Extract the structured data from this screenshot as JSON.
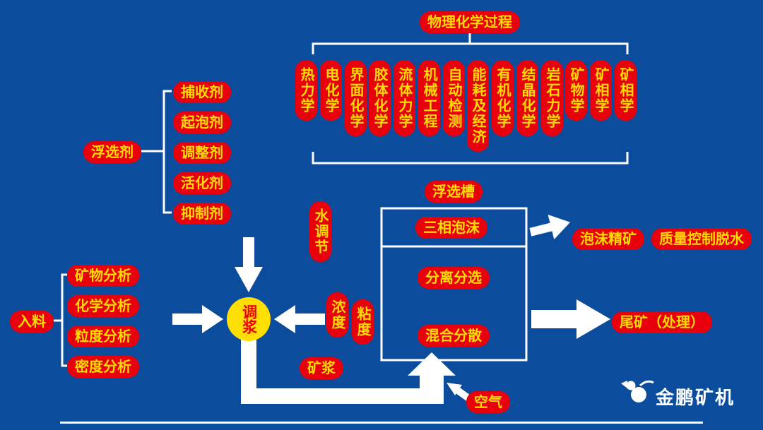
{
  "colors": {
    "background": "#0b4c9c",
    "pill_bg": "#e8000d",
    "pill_text": "#ffdc00",
    "white": "#ffffff",
    "circle_bg": "#ffdf00",
    "circle_text": "#e8000d"
  },
  "process": {
    "title": "物理化学过程",
    "disciplines": [
      "热力学",
      "电化学",
      "界面化学",
      "胶体化学",
      "流体力学",
      "机械工程",
      "自动检测",
      "能耗及经济",
      "有机化学",
      "结晶化学",
      "岩石力学",
      "矿物学",
      "矿相学",
      "矿相学"
    ]
  },
  "reagents": {
    "label": "浮选剂",
    "items": [
      "捕收剂",
      "起泡剂",
      "调整剂",
      "活化剂",
      "抑制剂"
    ]
  },
  "feed": {
    "label": "入料",
    "items": [
      "矿物分析",
      "化学分析",
      "粒度分析",
      "密度分析"
    ]
  },
  "conditioning": {
    "label": "调浆",
    "water": "水调节",
    "concentration": "浓度",
    "viscosity": "粘度",
    "slurry": "矿浆",
    "air": "空气"
  },
  "cell": {
    "label": "浮选槽",
    "froth": "三相泡沫",
    "separation": "分离分选",
    "mixing": "混合分散"
  },
  "outputs": {
    "concentrate": "泡沫精矿",
    "dewatering": "质量控制脱水",
    "tailings": "尾矿（处理）"
  },
  "brand": {
    "name": "金鹏矿机"
  }
}
